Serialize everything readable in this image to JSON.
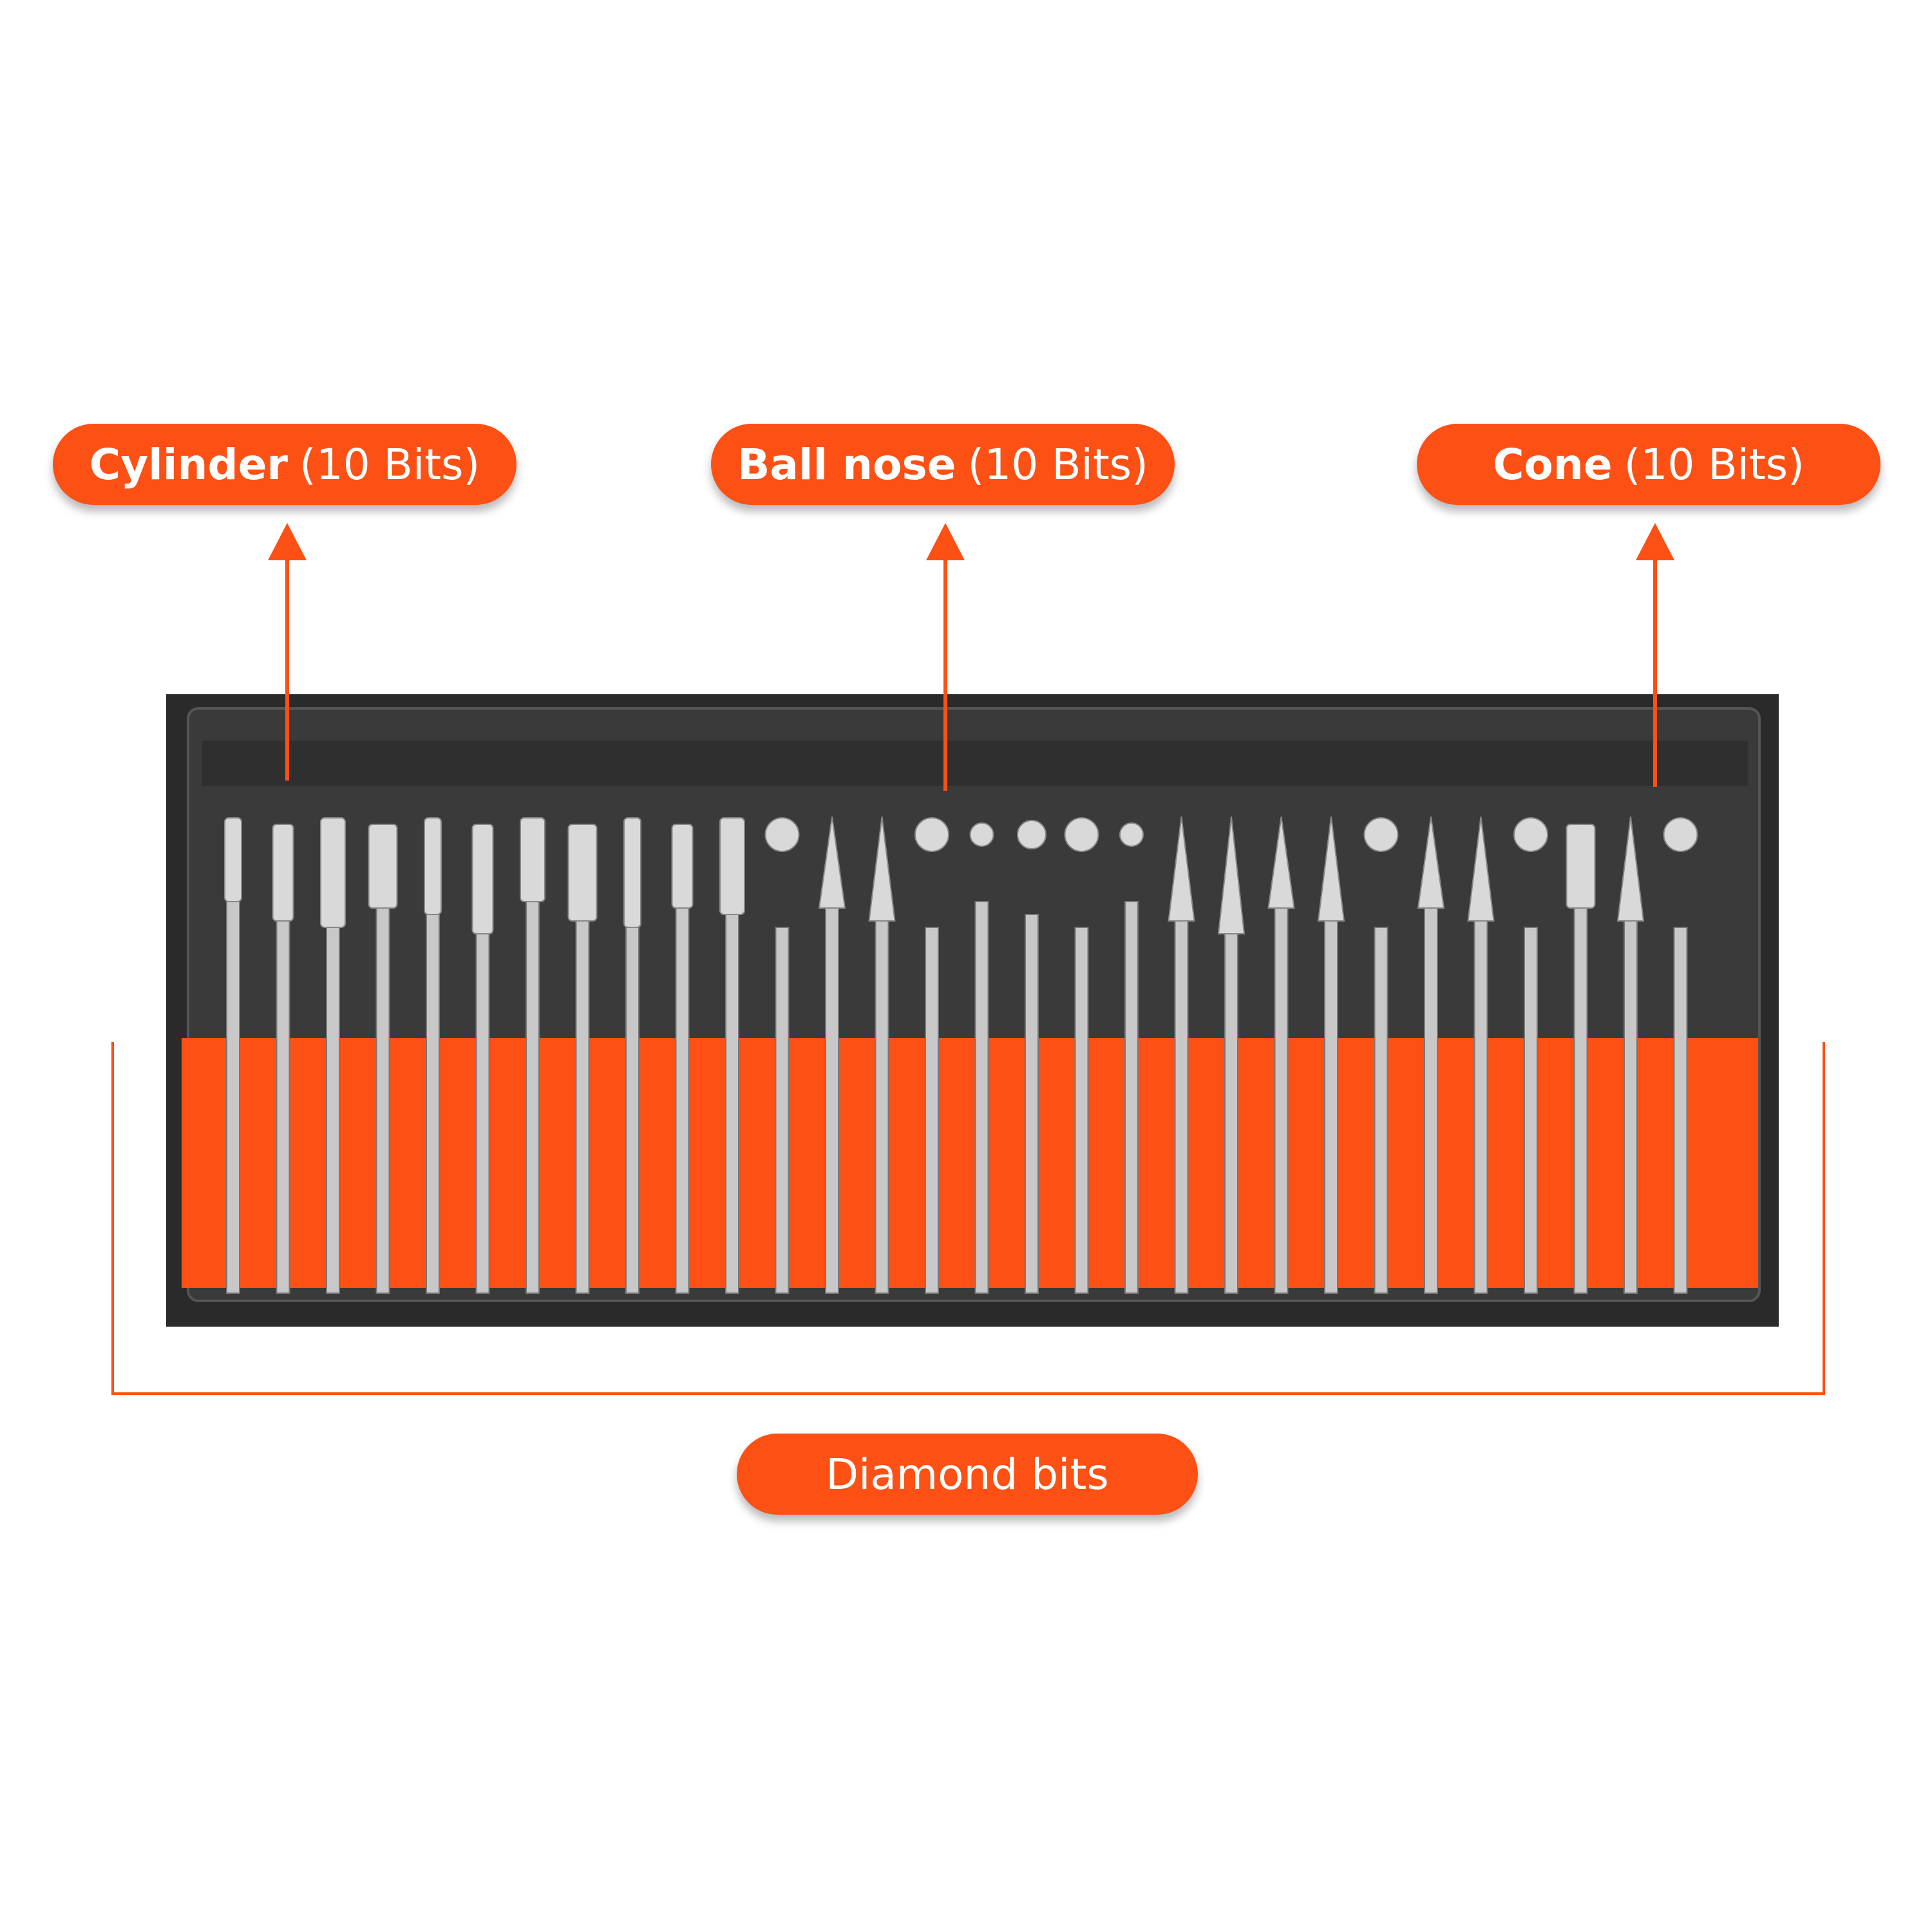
{
  "labels": {
    "cylinder": {
      "name": "Cylinder",
      "count": "(10 Bits)"
    },
    "ball_nose": {
      "name": "Ball nose",
      "count": "(10 Bits)"
    },
    "cone": {
      "name": "Cone",
      "count": "(10 Bits)"
    },
    "diamond": "Diamond bits"
  },
  "colors": {
    "accent": "#fd5015",
    "tray": "#2a2a2a",
    "tray_inner": "#3a3a3a",
    "metal": "#c8c8c8"
  },
  "bits": [
    {
      "shape": "cylinder"
    },
    {
      "shape": "cylinder"
    },
    {
      "shape": "cylinder"
    },
    {
      "shape": "cylinder"
    },
    {
      "shape": "cylinder"
    },
    {
      "shape": "cylinder"
    },
    {
      "shape": "cylinder"
    },
    {
      "shape": "cylinder"
    },
    {
      "shape": "cylinder"
    },
    {
      "shape": "cylinder"
    },
    {
      "shape": "cylinder"
    },
    {
      "shape": "ball"
    },
    {
      "shape": "cone"
    },
    {
      "shape": "cone"
    },
    {
      "shape": "ball"
    },
    {
      "shape": "ball"
    },
    {
      "shape": "ball"
    },
    {
      "shape": "ball"
    },
    {
      "shape": "ball"
    },
    {
      "shape": "cone"
    },
    {
      "shape": "cone"
    },
    {
      "shape": "cone"
    },
    {
      "shape": "cone"
    },
    {
      "shape": "ball"
    },
    {
      "shape": "cone"
    },
    {
      "shape": "cone"
    },
    {
      "shape": "ball"
    },
    {
      "shape": "cylinder"
    },
    {
      "shape": "cone"
    },
    {
      "shape": "ball"
    }
  ]
}
